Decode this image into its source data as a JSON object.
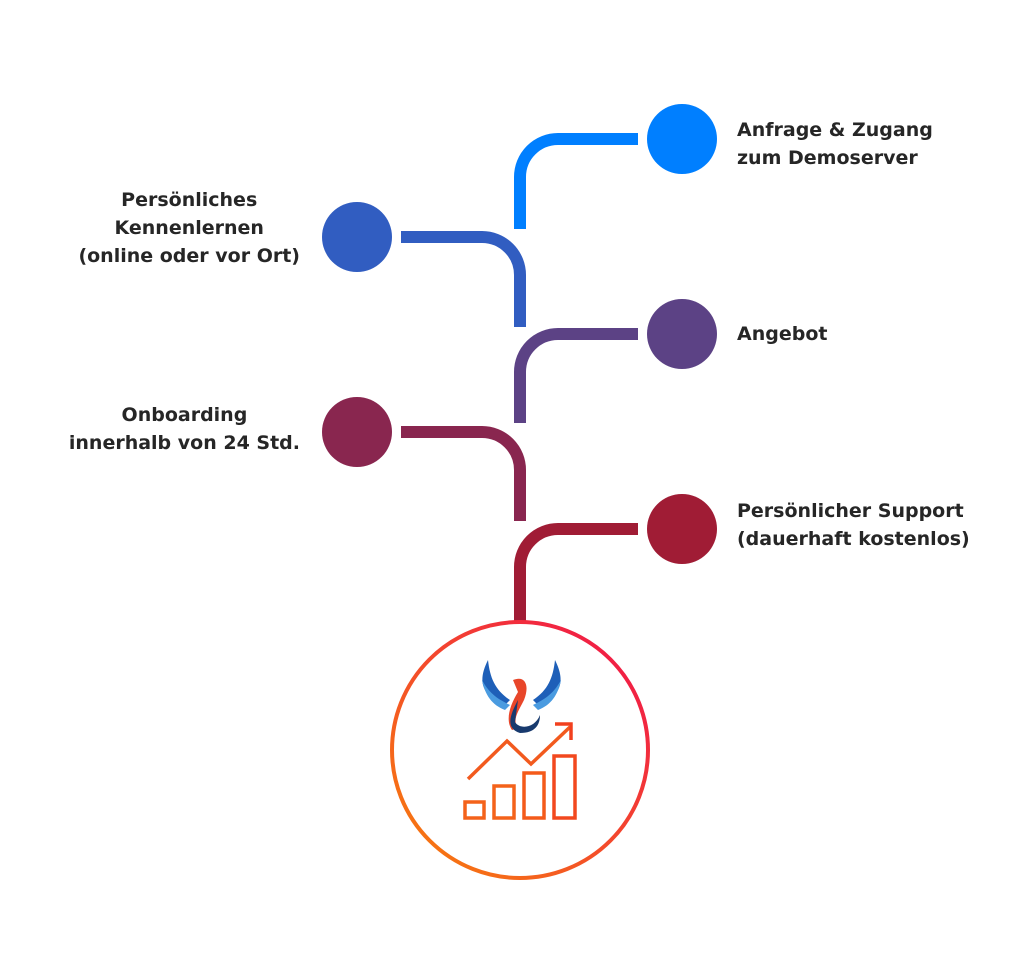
{
  "steps": [
    {
      "label": "Anfrage & Zugang\nzum Demoserver",
      "color": "#007fff"
    },
    {
      "label": "Persönliches\nKennenlernen\n(online oder vor Ort)",
      "color": "#315dc1"
    },
    {
      "label": "Angebot",
      "color": "#5c4285"
    },
    {
      "label": "Onboarding\ninnerhalb von 24 Std.",
      "color": "#89264f"
    },
    {
      "label": "Persönlicher Support\n(dauerhaft kostenlos)",
      "color": "#a01c35"
    }
  ],
  "hub": {
    "icon": "phoenix-growth-chart-logo",
    "ring_colors": [
      "#f7720f",
      "#f0184c"
    ]
  }
}
